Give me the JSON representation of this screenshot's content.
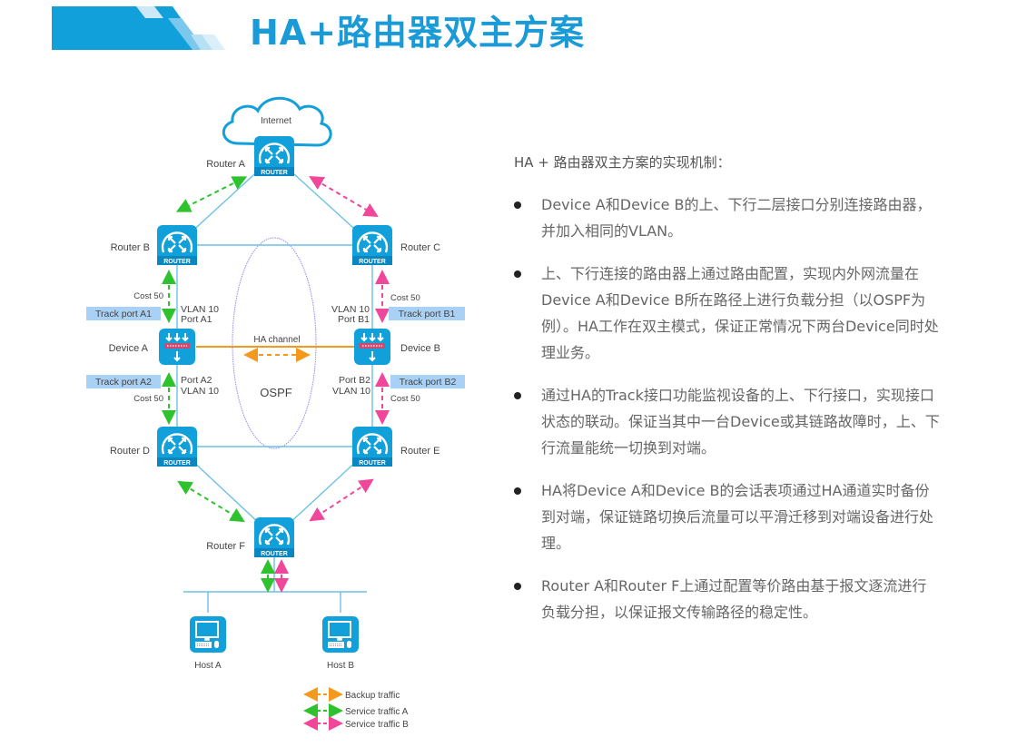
{
  "header": {
    "title": "HA+路由器双主方案"
  },
  "colors": {
    "brand_blue": "#12a0da",
    "link_line": "#6cc1e6",
    "backup_traffic": "#f39a1e",
    "service_a": "#2ec32e",
    "service_b": "#f0479a",
    "track_port_bg": "#a8d1f5",
    "ospf_ellipse": "#8c8cf0"
  },
  "diagram": {
    "internet_label": "Internet",
    "router_badge": "ROUTER",
    "routers": {
      "a": "Router A",
      "b": "Router B",
      "c": "Router C",
      "d": "Router D",
      "e": "Router E",
      "f": "Router F"
    },
    "devices": {
      "a": "Device A",
      "b": "Device B"
    },
    "costs": {
      "b_a": "Cost 50",
      "c_b": "Cost 50",
      "a_d": "Cost 50",
      "b_e": "Cost 50"
    },
    "track_ports": {
      "a1": "Track port A1",
      "a2": "Track port A2",
      "b1": "Track port B1",
      "b2": "Track port B2"
    },
    "ports": {
      "a1_vlan": "VLAN 10",
      "a1_port": "Port A1",
      "a2_port": "Port A2",
      "a2_vlan": "VLAN 10",
      "b1_vlan": "VLAN 10",
      "b1_port": "Port B1",
      "b2_port": "Port B2",
      "b2_vlan": "VLAN 10"
    },
    "ha_channel_label": "HA channel",
    "ospf_label": "OSPF",
    "hosts": {
      "a": "Host A",
      "b": "Host B"
    },
    "legend": [
      {
        "label": "Backup traffic",
        "color_key": "backup_traffic"
      },
      {
        "label": "Service traffic A",
        "color_key": "service_a"
      },
      {
        "label": "Service traffic B",
        "color_key": "service_b"
      }
    ]
  },
  "description": {
    "intro": "HA + 路由器双主方案的实现机制：",
    "bullets": [
      "Device A和Device B的上、下行二层接口分别连接路由器，并加入相同的VLAN。",
      "上、下行连接的路由器上通过路由配置，实现内外网流量在Device A和Device B所在路径上进行负载分担（以OSPF为例）。HA工作在双主模式，保证正常情况下两台Device同时处理业务。",
      "通过HA的Track接口功能监视设备的上、下行接口，实现接口状态的联动。保证当其中一台Device或其链路故障时，上、下行流量能统一切换到对端。",
      "HA将Device A和Device B的会话表项通过HA通道实时备份到对端，保证链路切换后流量可以平滑迁移到对端设备进行处理。",
      "Router A和Router F上通过配置等价路由基于报文逐流进行负载分担，以保证报文传输路径的稳定性。"
    ]
  }
}
